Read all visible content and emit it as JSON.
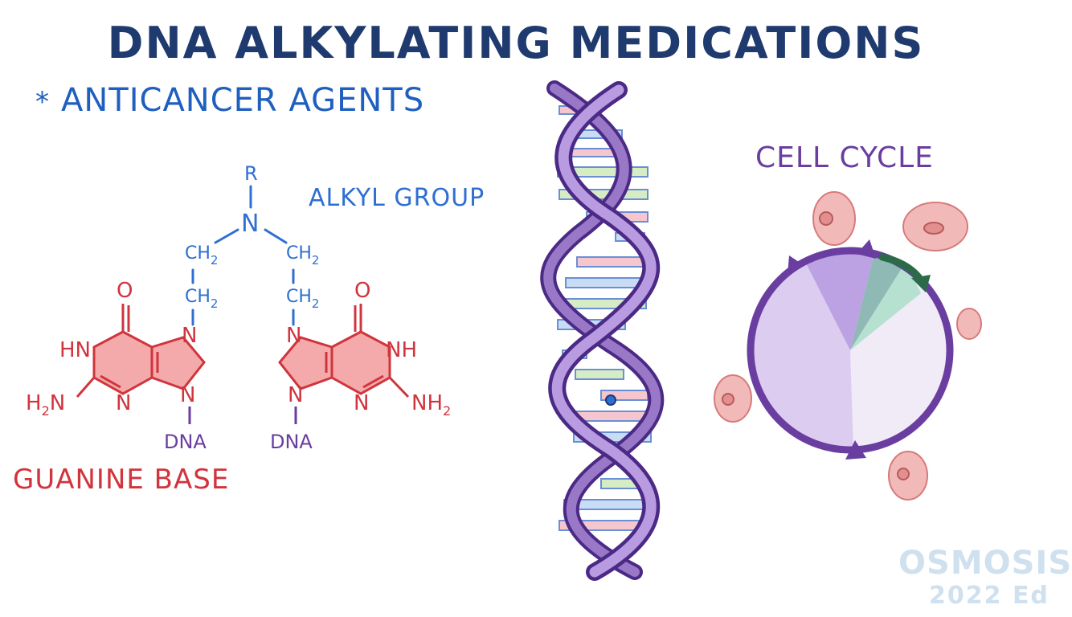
{
  "title": "DNA ALKYLATING MEDICATIONS",
  "subtitle": {
    "bullet": "*",
    "text": "ANTICANCER AGENTS"
  },
  "molecule": {
    "alkyl_label": "ALKYL GROUP",
    "r": "R",
    "n": "N",
    "ch2": "CH",
    "ch2_sub": "2",
    "o": "O",
    "hn": "HN",
    "nh": "NH",
    "h2n_h": "H",
    "h2n_sub": "2",
    "h2n_n": "N",
    "nh2_main": "NH",
    "nh2_sub": "2",
    "dna": "DNA",
    "guanine_label": "GUANINE BASE"
  },
  "cell_cycle": {
    "label": "CELL CYCLE"
  },
  "logo": {
    "name": "OSMOSIS",
    "year": "2022 Ed"
  },
  "colors": {
    "title": "#1f3a6e",
    "alkyl": "#2f6fd1",
    "guanine": "#d0343d",
    "guanine_fill": "#f2a3a3",
    "dna_strand": "#6a3ea0",
    "cell_cycle": "#6a3ea0"
  }
}
